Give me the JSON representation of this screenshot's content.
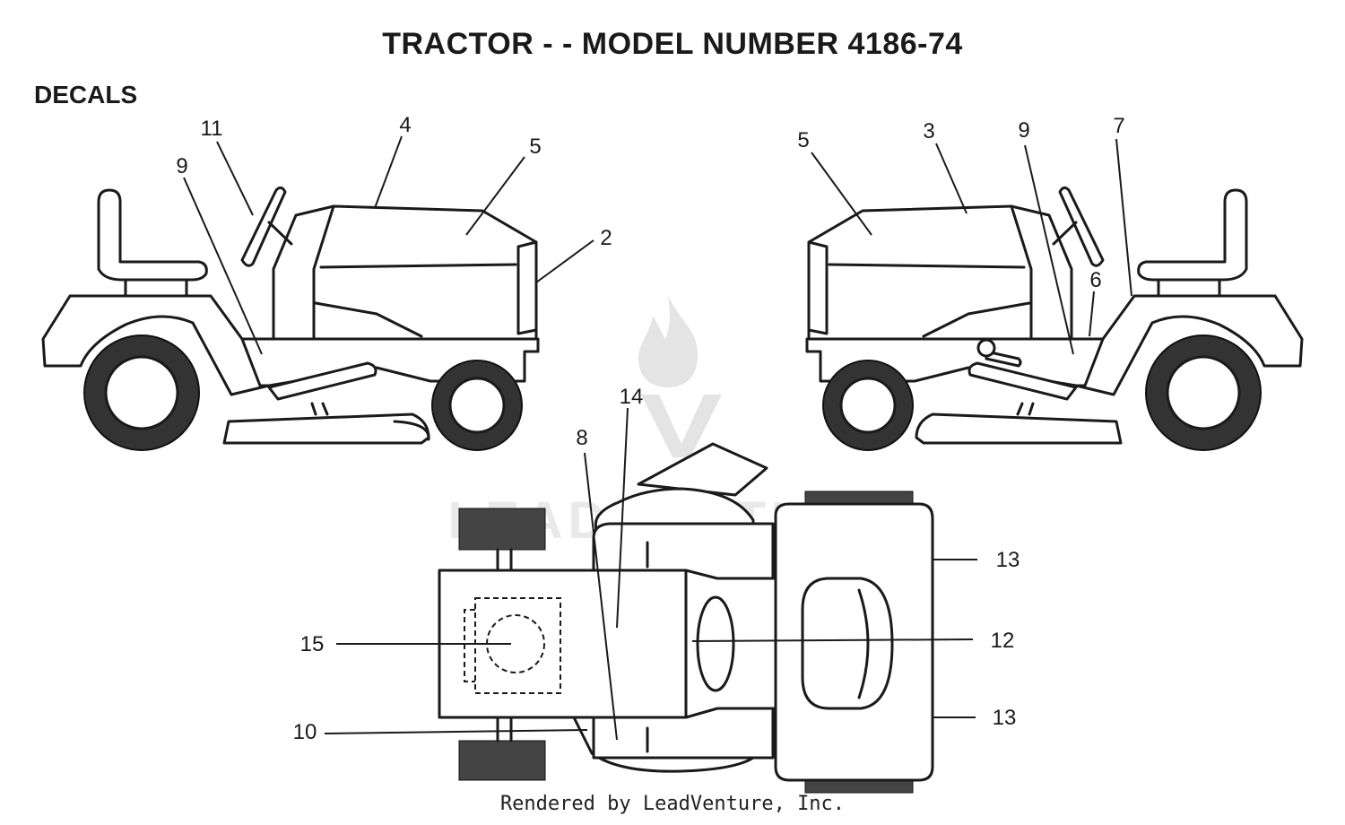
{
  "header": {
    "title": "TRACTOR - - MODEL NUMBER 4186-74",
    "section": "DECALS"
  },
  "callouts": {
    "left_view": {
      "c11": "11",
      "c4": "4",
      "c5": "5",
      "c9": "9",
      "c2": "2"
    },
    "right_view": {
      "c5": "5",
      "c3": "3",
      "c9": "9",
      "c7": "7",
      "c6": "6"
    },
    "top_view": {
      "c14": "14",
      "c8": "8",
      "c13a": "13",
      "c15": "15",
      "c12": "12",
      "c10": "10",
      "c13b": "13"
    }
  },
  "watermark": "LEADVENTURE",
  "footer": "Rendered by LeadVenture, Inc."
}
